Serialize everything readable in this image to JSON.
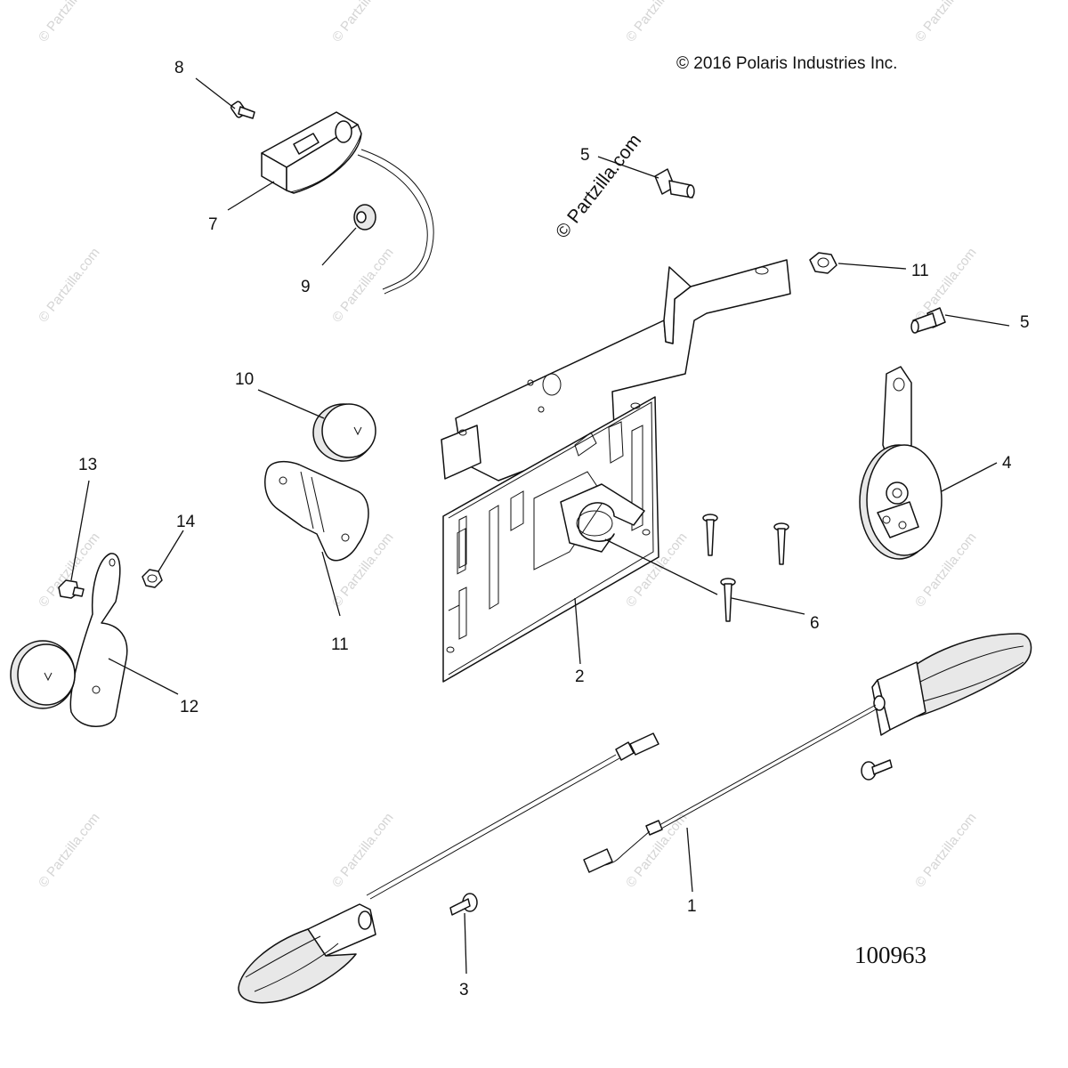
{
  "copyright": "© 2016  Polaris Industries Inc.",
  "diagram_number": "100963",
  "watermark_main": "© Partzilla.com",
  "watermark_repeat": "© Partzilla.com",
  "callouts": {
    "c1": "1",
    "c2": "2",
    "c3": "3",
    "c4": "4",
    "c5a": "5",
    "c5b": "5",
    "c6": "6",
    "c7": "7",
    "c8": "8",
    "c9": "9",
    "c10": "10",
    "c11a": "11",
    "c11b": "11",
    "c12": "12",
    "c13": "13",
    "c14": "14"
  }
}
